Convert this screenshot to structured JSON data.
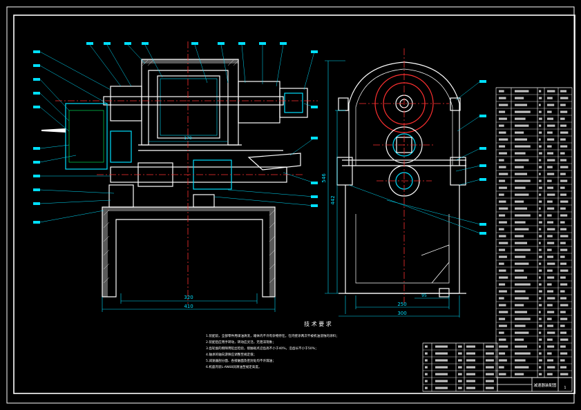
{
  "colors": {
    "background": "#000000",
    "outline": "#ffffff",
    "hatch": "#ffffff",
    "shaft": "#ff3030",
    "dimension": "#00e0ff",
    "leader": "#00e0ff",
    "accent_yellow": "#ffff00",
    "accent_green": "#00ff66",
    "accent_magenta": "#ff40ff"
  },
  "drawing": {
    "front_view": {
      "dim_base_inner": "320",
      "dim_base_outer": "410",
      "dim_shaft_mid": "170"
    },
    "side_view": {
      "dim_height_total": "546",
      "dim_height_upper": "442",
      "dim_base_inner": "250",
      "dim_base_outer": "300",
      "dim_foot": "95"
    }
  },
  "notes": {
    "title": "技 术 要 求",
    "lines": [
      "1.装配前，全部零件用煤油清洗，箱体内不许有杂物存在。在内壁涂两次不被机油浸蚀的涂料；",
      "2.装配后应用手转动，转动应灵活，无阻滞现象；",
      "3.齿轮副的侧隙用铅丝检验，接触斑点沿齿高不小于40%，沿齿长不小于50%；",
      "4.轴承的轴向游隙应调整至规定值；",
      "5.减速器剖分面、各接触面及密封处均不许漏油；",
      "6.机座内装L-AN68润滑油至规定高度。"
    ]
  },
  "title_block": {
    "name": "减速器装配图",
    "sheet": "1"
  }
}
